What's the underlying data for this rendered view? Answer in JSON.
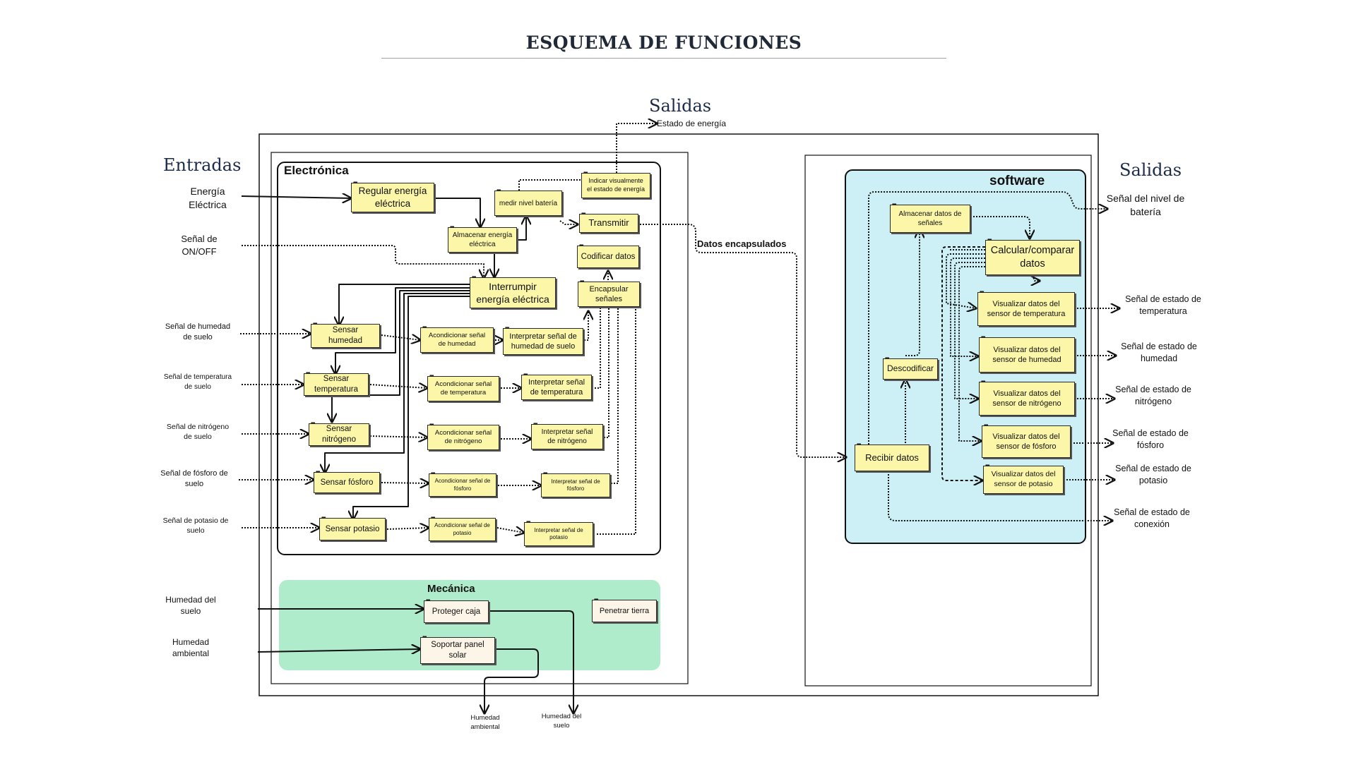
{
  "title": "ESQUEMA DE FUNCIONES",
  "headings": {
    "entradas": "Entradas",
    "salidas_top": "Salidas",
    "salidas_right": "Salidas"
  },
  "sections": {
    "electronica": "Electrónica",
    "mecanica": "Mecánica",
    "software": "software"
  },
  "colors": {
    "box_fill": "#fbf6a8",
    "mecanica_fill": "#aeeccb",
    "software_fill": "#cdf0f6"
  },
  "inputs": {
    "energia": "Energía\nEléctrica",
    "onoff": "Señal de\nON/OFF",
    "humedad": "Señal de humedad\nde suelo",
    "temperatura": "Señal de temperatura\nde suelo",
    "nitrogeno": "Señal de nitrógeno\nde suelo",
    "fosforo": "Señal de fósforo de\nsuelo",
    "potasio": "Señal de potasio de\nsuelo",
    "humedad_suelo": "Humedad del\nsuelo",
    "humedad_ambiental": "Humedad\nambiental"
  },
  "outputs": {
    "estado_energia": "Estado de energía",
    "datos_encapsulados": "Datos encapsulados",
    "nivel_bateria": "Señal del nivel de\nbatería",
    "estado_temperatura": "Señal de estado de\ntemperatura",
    "estado_humedad": "Señal de estado de\nhumedad",
    "estado_nitrogeno": "Señal de estado de\nnitrógeno",
    "estado_fosforo": "Señal de estado de\nfósforo",
    "estado_potasio": "Señal de estado de\npotasio",
    "estado_conexion": "Señal de estado de\nconexión",
    "humedad_ambiental_out": "Humedad\nambiental",
    "humedad_suelo_out": "Humedad del\nsuelo"
  },
  "electronica_boxes": {
    "regular": "Regular energía\neléctrica",
    "almacenar": "Almacenar energía\neléctrica",
    "medir": "medir nivel batería",
    "indicar": "Indicar visualmente\nel estado de energía",
    "transmitir": "Transmitir",
    "codificar": "Codificar datos",
    "encapsular": "Encapsular\nseñales",
    "interrumpir": "Interrumpir\nenergía eléctrica",
    "sensar_humedad": "Sensar\nhumedad",
    "sensar_temperatura": "Sensar\ntemperatura",
    "sensar_nitrogeno": "Sensar\nnitrógeno",
    "sensar_fosforo": "Sensar fósforo",
    "sensar_potasio": "Sensar potasio",
    "acond_humedad": "Acondicionar señal\nde humedad",
    "acond_temperatura": "Acondicionar señal\nde temperatura",
    "acond_nitrogeno": "Acondicionar señal\nde nitrógeno",
    "acond_fosforo": "Acondicionar señal de\nfósforo",
    "acond_potasio": "Acondicionar señal de\npotasio",
    "interp_humedad": "Interpretar señal de\nhumedad de suelo",
    "interp_temperatura": "Interpretar señal\nde temperatura",
    "interp_nitrogeno": "Interpretar señal\nde nitrógeno",
    "interp_fosforo": "Interpretar señal de\nfósforo",
    "interp_potasio": "Interpretar señal de\npotasio"
  },
  "mecanica_boxes": {
    "proteger": "Proteger caja",
    "soportar": "Soportar panel\nsolar",
    "penetrar": "Penetrar tierra"
  },
  "software_boxes": {
    "almacenar_datos": "Almacenar datos de\nseñales",
    "calcular": "Calcular/comparar\ndatos",
    "descodificar": "Descodificar",
    "recibir": "Recibir datos",
    "vis_temperatura": "Visualizar datos del\nsensor de temperatura",
    "vis_humedad": "Visualizar datos del\nsensor de humedad",
    "vis_nitrogeno": "Visualizar datos del\nsensor de nitrógeno",
    "vis_fosforo": "Visualizar datos del\nsensor de fósforo",
    "vis_potasio": "Visualizar datos del\nsensor de potasio"
  }
}
